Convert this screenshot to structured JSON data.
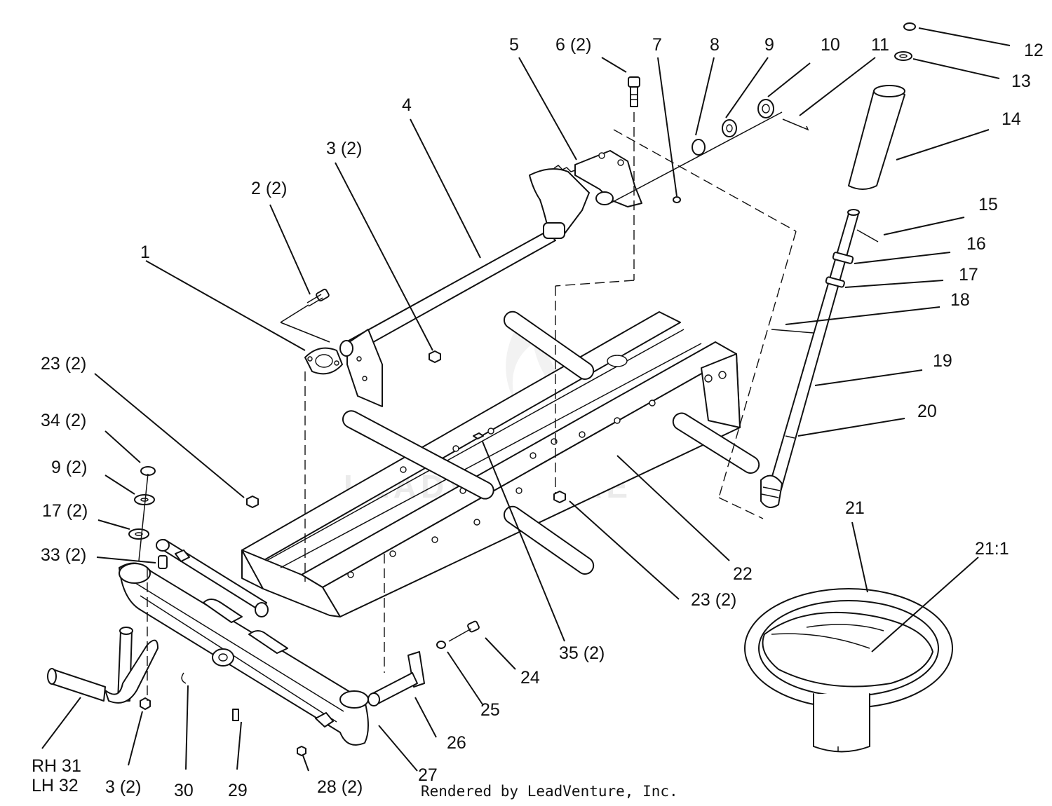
{
  "labels": {
    "l1": "1",
    "l2": "2 (2)",
    "l3top": "3 (2)",
    "l4": "4",
    "l5": "5",
    "l6": "6 (2)",
    "l7": "7",
    "l8": "8",
    "l9": "9",
    "l10": "10",
    "l11": "11",
    "l12": "12",
    "l13": "13",
    "l14": "14",
    "l15": "15",
    "l16": "16",
    "l17": "17",
    "l18": "18",
    "l19": "19",
    "l20": "20",
    "l21": "21",
    "l211": "21:1",
    "l22": "22",
    "l23left": "23 (2)",
    "l23right": "23 (2)",
    "l24": "24",
    "l25": "25",
    "l26": "26",
    "l27": "27",
    "l28": "28 (2)",
    "l29": "29",
    "l30": "30",
    "l3bottom": "3 (2)",
    "lRH": "RH 31",
    "lLH": "LH 32",
    "l33": "33 (2)",
    "l17left": "17 (2)",
    "l9left": "9 (2)",
    "l34": "34 (2)",
    "l35": "35 (2)"
  },
  "credit": "Rendered by LeadVenture, Inc.",
  "watermark": "LEADVENTURE"
}
